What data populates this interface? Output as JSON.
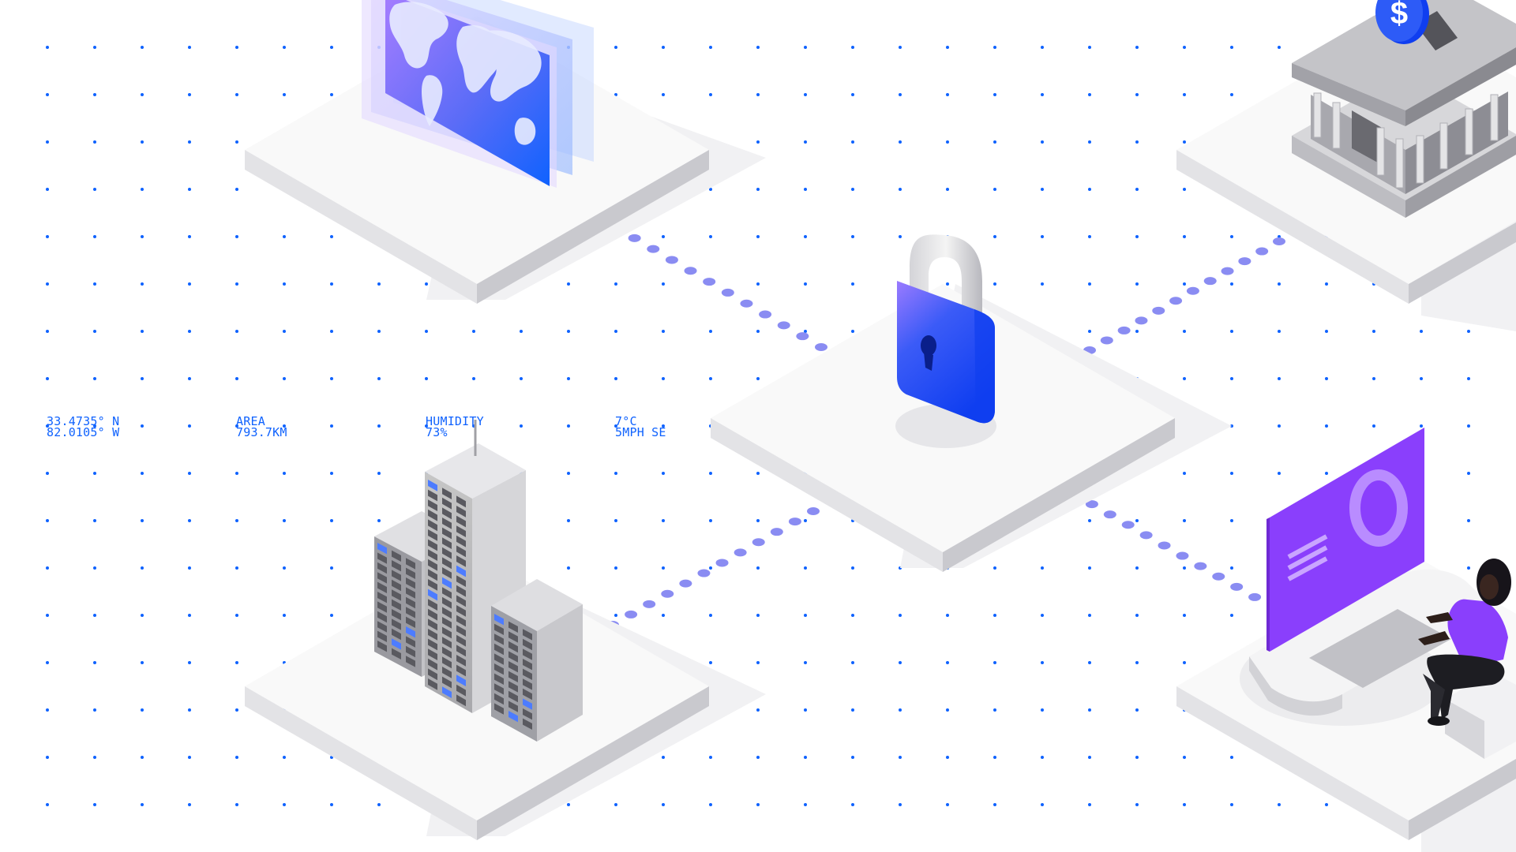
{
  "colors": {
    "grid_dot": "#0f62fe",
    "connector": "#8a8cf2",
    "platform_top": "#f8f8f8",
    "platform_left": "#e0e0e2",
    "platform_right": "#c8c8cc",
    "lock_body": "#2a4ff7",
    "monitor_screen": "#8a3ffc",
    "text_accent": "#0f62fe"
  },
  "readouts": {
    "coordinates": {
      "latitude": "33.4735° N",
      "longitude": "82.0105° W"
    },
    "area": {
      "label": "AREA",
      "value": "793.7KM"
    },
    "humidity": {
      "label": "HUMIDITY",
      "value": "73%"
    },
    "weather": {
      "temperature": "7°C",
      "wind": "5MPH SE"
    }
  },
  "icons": {
    "world_map": "world-map-cards-icon",
    "bank": "bank-building-icon",
    "coin": "dollar-coin-icon",
    "padlock": "padlock-icon",
    "city": "office-buildings-icon",
    "desk": "person-at-computer-icon"
  },
  "coin_symbol": "$"
}
